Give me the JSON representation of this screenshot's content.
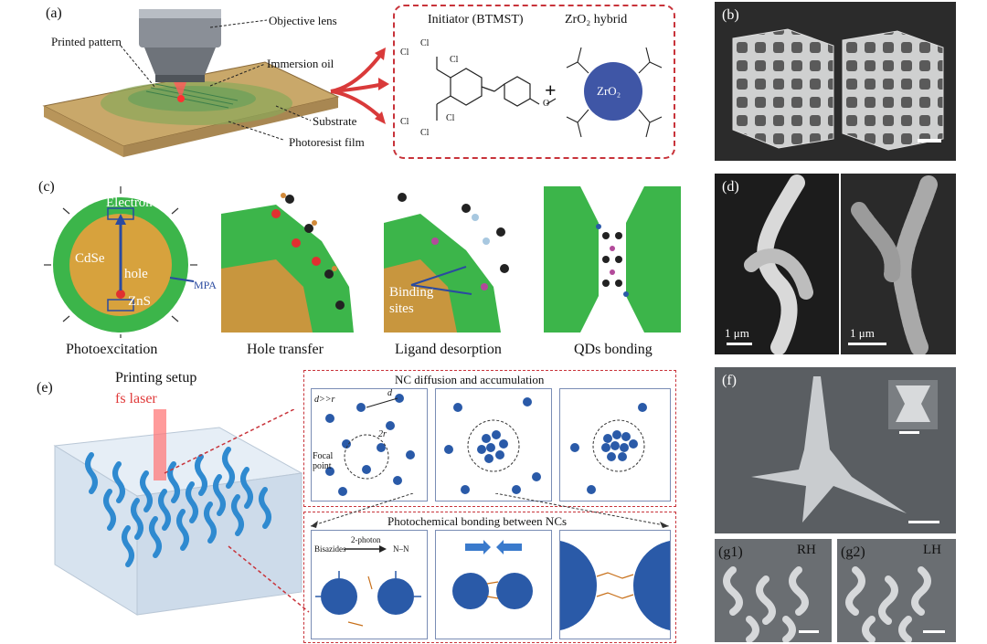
{
  "panels": {
    "a": {
      "label": "(a)",
      "annotations": [
        "Objective lens",
        "Printed pattern",
        "Immersion oil",
        "Substrate",
        "Photoresist film"
      ],
      "initiator_title": "Initiator (BTMST)",
      "hybrid_title": "ZrO₂ hybrid",
      "core_label": "ZrO₂",
      "chem_atoms": [
        "Cl",
        "Cl",
        "Cl",
        "Cl",
        "Cl",
        "Cl",
        "O"
      ],
      "plus": "+"
    },
    "b": {
      "label": "(b)"
    },
    "c": {
      "label": "(c)",
      "dot_labels": [
        "Electron",
        "CdSe",
        "hole",
        "ZnS",
        "MPA"
      ],
      "binding_label_1": "Binding",
      "binding_label_2": "sites",
      "captions": [
        "Photoexcitation",
        "Hole transfer",
        "Ligand desorption",
        "QDs bonding"
      ]
    },
    "d": {
      "label": "(d)",
      "scale_left": "1 μm",
      "scale_right": "1 μm"
    },
    "e": {
      "label": "(e)",
      "setup_title": "Printing setup",
      "laser_label": "fs laser",
      "diffusion_title": "NC diffusion and accumulation",
      "bonding_title": "Photochemical bonding between NCs",
      "diffusion_labels": [
        "d>>r",
        "d",
        "2r",
        "Focal",
        "point"
      ],
      "bonding_labels": [
        "Bisazides",
        "2-photon",
        "N–N"
      ]
    },
    "f": {
      "label": "(f)"
    },
    "g1": {
      "label": "(g1)",
      "tag": "RH"
    },
    "g2": {
      "label": "(g2)",
      "tag": "LH"
    }
  },
  "colors": {
    "dashed_red": "#c8333a",
    "nc_blue": "#2a5aa8",
    "zno_blue": "#3f56a6",
    "zns_green": "#3cb54a",
    "cdse_orange": "#d7a23d",
    "sem_gray": "#3a3a3a"
  }
}
